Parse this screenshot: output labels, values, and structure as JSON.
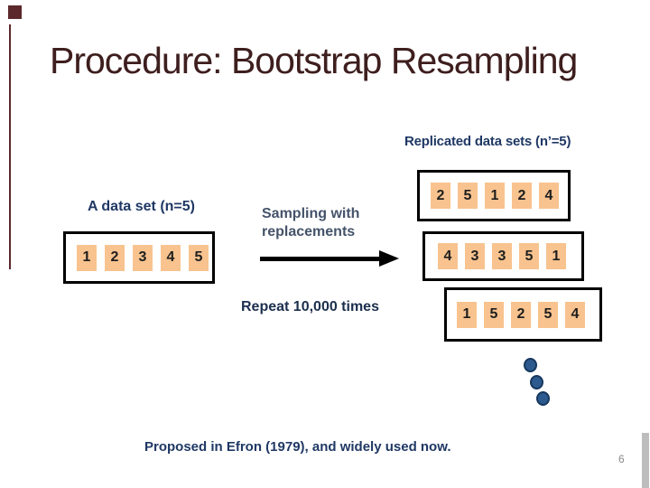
{
  "slide": {
    "title": "Procedure: Bootstrap Resampling",
    "page_number": "6",
    "footer": "Proposed in Efron (1979), and widely used now.",
    "labels": {
      "replicated": "Replicated data sets (n’=5)",
      "dataset": "A data set (n=5)",
      "sampling": "Sampling with replacements",
      "repeat": "Repeat 10,000 times"
    },
    "source_set": {
      "values": [
        "1",
        "2",
        "3",
        "4",
        "5"
      ]
    },
    "replicated_sets": [
      {
        "values": [
          "2",
          "5",
          "1",
          "2",
          "4"
        ]
      },
      {
        "values": [
          "4",
          "3",
          "3",
          "5",
          "1"
        ]
      },
      {
        "values": [
          "1",
          "5",
          "2",
          "5",
          "4"
        ]
      }
    ],
    "colors": {
      "title_text": "#3e1e1e",
      "accent_bar": "#5c282b",
      "navy_text": "#1f3864",
      "slate_text": "#44536a",
      "cell_fill": "#f8c38f",
      "cell_text": "#1e1e1e",
      "dot_fill": "#2d5a8e",
      "dot_border": "#16375e",
      "arrow": "#000000",
      "box_border": "#000000",
      "page_number_gray": "#8a8a8a",
      "side_bar_gray": "#bdbdbd"
    }
  }
}
